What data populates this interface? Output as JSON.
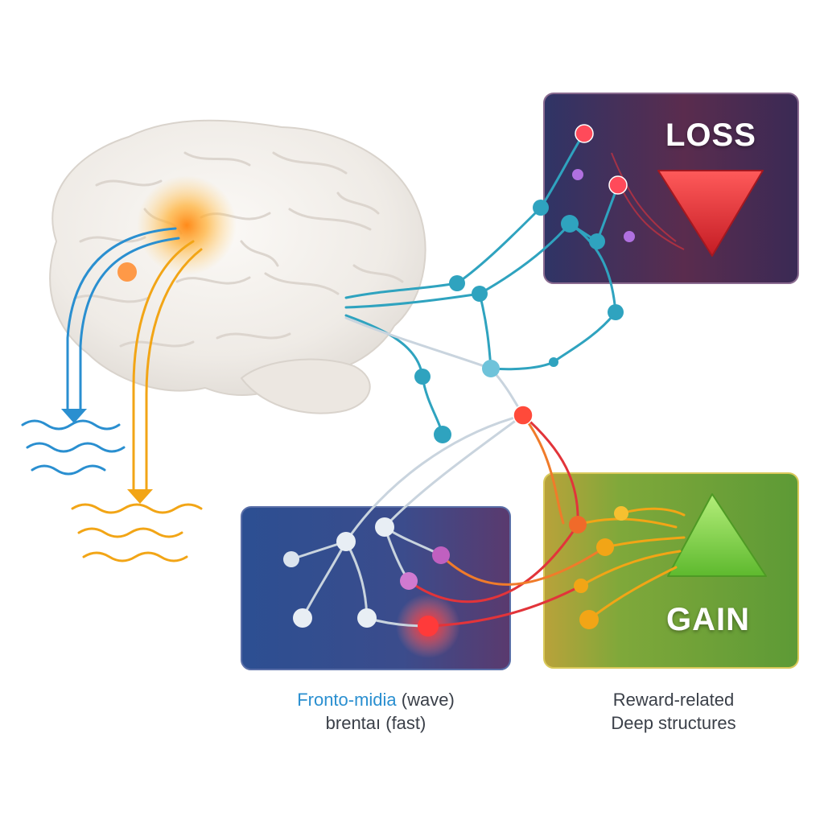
{
  "panels": {
    "loss": {
      "label": "LOSS",
      "color": "#e2343a"
    },
    "gain": {
      "label": "GAIN",
      "color": "#6fc03a"
    }
  },
  "captions": {
    "left_line1_highlight": "Fronto-midia",
    "left_line1_rest": " (wave)",
    "left_line2": "brentaı (fast)",
    "right_line1": "Reward-related",
    "right_line2": "Deep structures"
  },
  "colors": {
    "wave_blue": "#2a8fd0",
    "wave_orange": "#f2a516",
    "network_teal": "#2fa3bf",
    "network_red": "#e2343a",
    "loss_panel": "#3a2f5e",
    "gain_panel": "#5d9a36",
    "bottom_panel": "#2f4c8a"
  },
  "icons": {
    "loss": "down-triangle-icon",
    "gain": "up-triangle-icon"
  }
}
